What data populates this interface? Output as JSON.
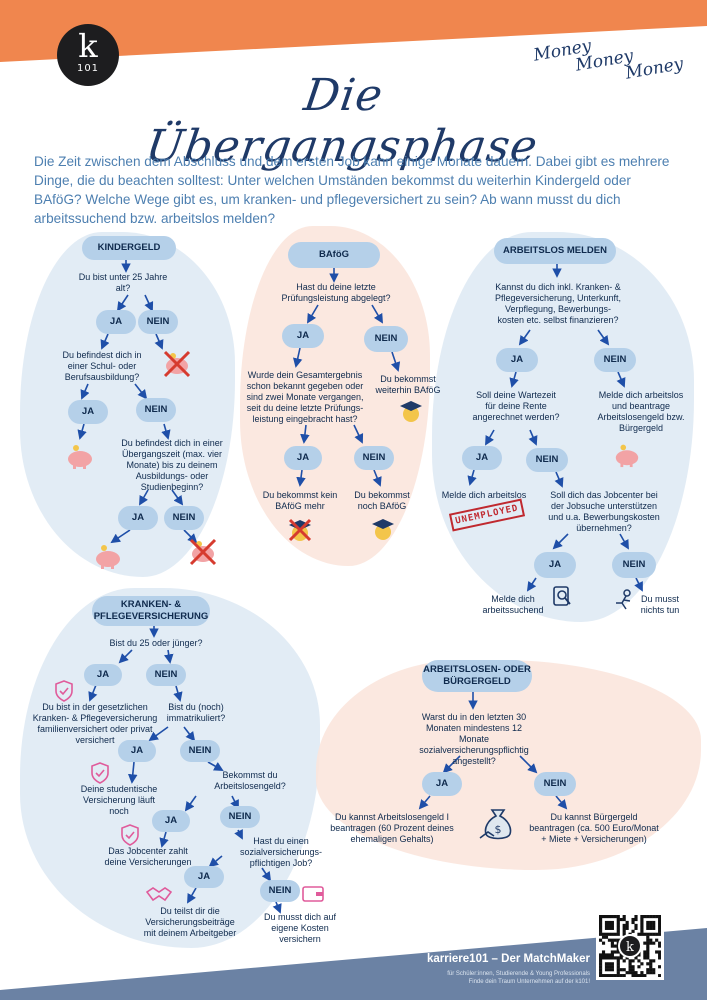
{
  "header": {
    "logo_k": "k",
    "logo_num": "101",
    "money": [
      "Money",
      "Money",
      "Money"
    ],
    "title": "Die Übergangsphase",
    "intro": "Die Zeit zwischen dem Abschluss und dem ersten Job kann einige Monate dauern. Dabei gibt es mehrere Dinge, die du beachten solltest: Unter welchen Umständen bekommst du weiterhin Kindergeld oder BAföG? Welche Wege gibt es, um kranken- und pflegeversichert zu sein? Ab wann musst du dich arbeitssuchend bzw. arbeitslos melden?"
  },
  "kindergeld": {
    "title": "KINDERGELD",
    "q1": "Du bist unter 25 Jahre alt?",
    "ja1": "JA",
    "nein1": "NEIN",
    "q2": "Du befindest dich in einer Schul- oder Berufsausbildung?",
    "ja2": "JA",
    "nein2": "NEIN",
    "q3": "Du befindest dich in einer Übergangszeit (max. vier Monate) bis zu deinem Ausbildungs- oder Studienbeginn?",
    "ja3": "JA",
    "nein3": "NEIN"
  },
  "bafoeg": {
    "title": "BAföG",
    "q1": "Hast du deine letzte Prüfungsleistung abgelegt?",
    "ja1": "JA",
    "nein1": "NEIN",
    "q2": "Wurde dein Gesamtergebnis schon bekannt gegeben oder sind zwei Monate vergangen, seit du deine letzte Prüfungs-leistung eingebracht hast?",
    "r_nein1": "Du bekommst weiterhin BAföG",
    "ja2": "JA",
    "nein2": "NEIN",
    "r_ja2": "Du bekommst kein BAföG mehr",
    "r_nein2": "Du bekommst noch BAföG"
  },
  "arbeitslos": {
    "title": "ARBEITSLOS MELDEN",
    "q1": "Kannst du dich inkl. Kranken- & Pflegeversicherung, Unterkunft, Verpflegung, Bewerbungs-kosten etc. selbst finanzieren?",
    "ja1": "JA",
    "nein1": "NEIN",
    "q2": "Soll deine Wartezeit für deine Rente angerechnet werden?",
    "r_nein1": "Melde dich arbeitslos und beantrage Arbeitslosengeld bzw. Bürgergeld",
    "ja2": "JA",
    "nein2": "NEIN",
    "r_ja2": "Melde dich arbeitslos",
    "stamp": "UNEMPLOYED",
    "q3": "Soll dich das Jobcenter bei der Jobsuche unterstützen und u.a. Bewerbungskosten übernehmen?",
    "ja3": "JA",
    "nein3": "NEIN",
    "r_ja3": "Melde dich arbeitssuchend",
    "r_nein3": "Du musst nichts tun"
  },
  "kranken": {
    "title": "KRANKEN- & PFLEGEVERSICHERUNG",
    "q1": "Bist du 25 oder jünger?",
    "ja1": "JA",
    "nein1": "NEIN",
    "r_ja1": "Du bist in der gesetzlichen Kranken- & Pflegeversicherung familienversichert oder privat versichert",
    "q2": "Bist du (noch) immatrikuliert?",
    "ja2": "JA",
    "nein2": "NEIN",
    "r_ja2": "Deine studentische Versicherung läuft noch",
    "q3": "Bekommst du Arbeitslosengeld?",
    "ja3": "JA",
    "nein3": "NEIN",
    "r_ja3": "Das Jobcenter zahlt deine Versicherungen",
    "q4": "Hast du einen sozialversicherungs-pflichtigen Job?",
    "ja4": "JA",
    "nein4": "NEIN",
    "r_ja4": "Du teilst dir die Versicherungsbeiträge mit deinem Arbeitgeber",
    "r_nein4": "Du musst dich auf eigene Kosten versichern"
  },
  "buergergeld": {
    "title": "ARBEITSLOSEN- ODER BÜRGERGELD",
    "q1": "Warst du in den letzten 30 Monaten mindestens 12 Monate sozialversicherungspflichtig angestellt?",
    "ja1": "JA",
    "nein1": "NEIN",
    "r_ja1": "Du kannst Arbeitslosengeld I beantragen (60 Prozent deines ehemaligen Gehalts)",
    "r_nein1": "Du kannst Bürgergeld beantragen (ca. 500 Euro/Monat + Miete + Versicherungen)"
  },
  "footer": {
    "name": "karriere101 – Der MatchMaker",
    "sub1": "für Schüler:innen, Studierende & Young Professionals",
    "sub2": "Finde dein Traum Unternehmen auf der k101!",
    "qr_logo": "k"
  },
  "colors": {
    "orange": "#f0864e",
    "navy": "#6b82a4",
    "pill": "#b5d0e9",
    "text": "#0f2a4d",
    "intro": "#4d7fb0"
  },
  "icons": [
    "piggy-bank-icon",
    "crossed-piggy-bank-icon",
    "graduation-coin-icon",
    "crossed-graduation-icon",
    "shield-icon",
    "handshake-icon",
    "wallet-icon",
    "money-bag-icon",
    "search-document-icon",
    "relax-person-icon"
  ]
}
